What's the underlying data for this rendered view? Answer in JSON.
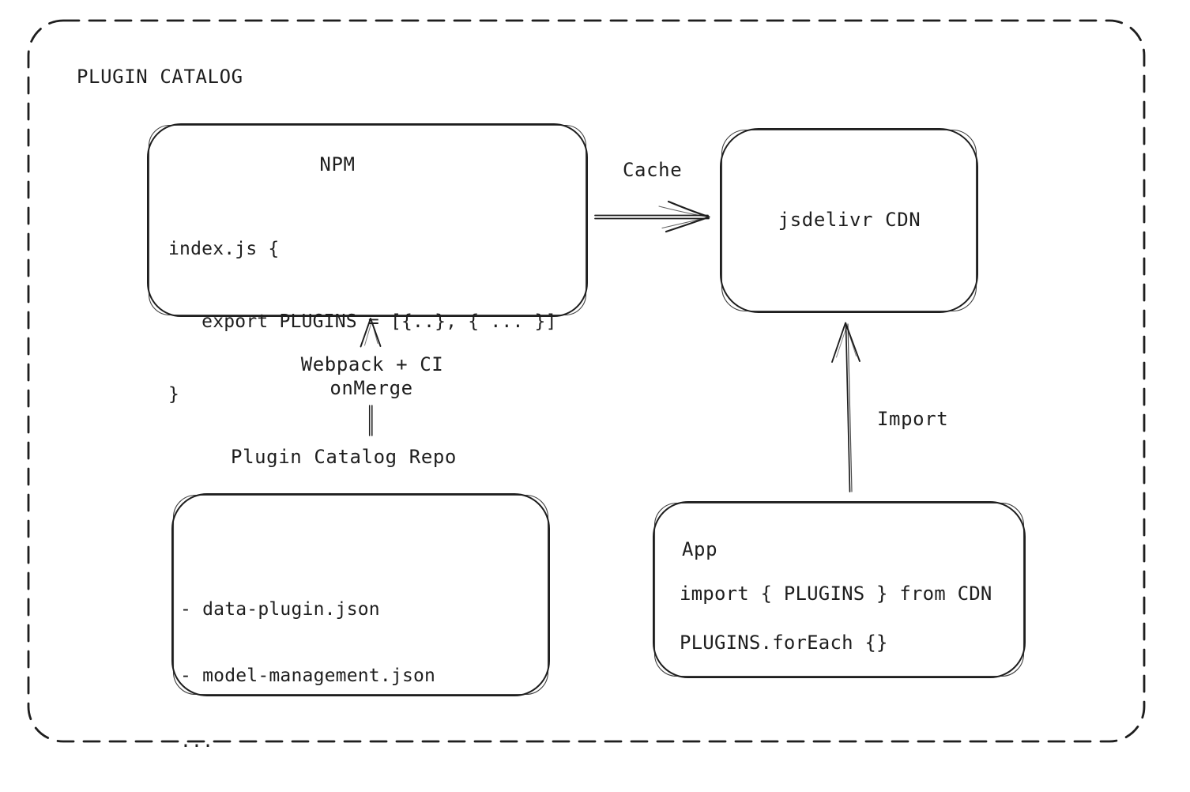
{
  "diagram": {
    "title": "PLUGIN CATALOG",
    "nodes": {
      "npm": {
        "title": "NPM",
        "code": [
          "index.js {",
          "   export PLUGINS = [{..}, { ... }]",
          "}"
        ]
      },
      "cdn": {
        "label": "jsdelivr CDN"
      },
      "repo": {
        "label": "Plugin Catalog Repo",
        "files": [
          "- data-plugin.json",
          "- model-management.json",
          "..."
        ]
      },
      "app": {
        "title": "App",
        "code": [
          "import { PLUGINS } from CDN",
          "PLUGINS.forEach {}"
        ]
      }
    },
    "edges": {
      "cache": {
        "label": "Cache"
      },
      "build": {
        "labels": [
          "Webpack + CI",
          "onMerge"
        ]
      },
      "import": {
        "label": "Import"
      }
    },
    "colors": {
      "ink": "#1e1e1e",
      "background": "#ffffff"
    }
  }
}
